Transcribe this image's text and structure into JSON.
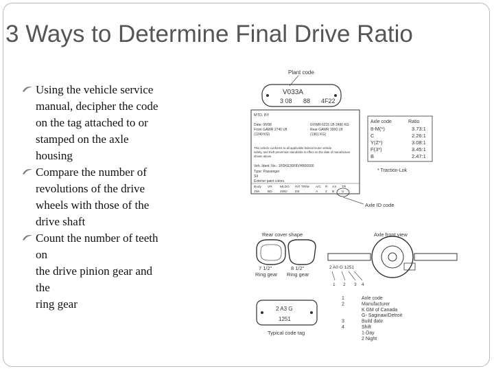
{
  "slide": {
    "title": "3 Ways to Determine Final Drive Ratio",
    "bullets": [
      "Using the vehicle service\nmanual, decipher the code\non the tag attached to or\nstamped on the axle\nhousing",
      "Compare the number of\nrevolutions of the drive\nwheels with those of the\ndrive shaft",
      "Count the number of teeth\non\nthe drive pinion gear and\nthe\nring gear"
    ],
    "bullet_icon": "swoosh-bullet-icon",
    "colors": {
      "title": "#555555",
      "text": "#111111",
      "frame": "#b9b9b9"
    }
  },
  "figure": {
    "plant_code_label": "Plant code",
    "tag_line1": "V033A",
    "tag_line2": [
      "3 08",
      "88",
      "4F22"
    ],
    "cert_header": "MTD. BY",
    "cert_rows": [
      {
        "left": "Date: 06/98",
        "right": "GVWR 6215 LB  2490 KG"
      },
      {
        "left": "Front GAWR 2740 LB",
        "right": "Rear GAWR 3000 LB"
      },
      {
        "left": "         (1240 KG)",
        "right": "        (1361 KG)"
      }
    ],
    "cert_text": [
      "This vehicle conforms to all applicable federal motor vehicle",
      "safety, and theft prevention standards in effect on the date of manufacture",
      "shown above."
    ],
    "cert_vin": "Veh. Ident. No.: 1FDKE30F8VHB00000",
    "cert_type": "Type: Passenger",
    "cert_misc": [
      "SII",
      "Exterior paint colors"
    ],
    "cert_cols": [
      "Body",
      "VR",
      "MLDG",
      "INT TRIM",
      "A/C",
      "R",
      "AX",
      "TR"
    ],
    "cert_vals": [
      "JWI",
      "BD",
      "2WD",
      "DE",
      "A",
      "2",
      "B",
      "U"
    ],
    "axle_table": {
      "head": [
        "Axle code",
        "Ratio"
      ],
      "rows": [
        [
          "8-M(*)",
          "3.73:1"
        ],
        [
          "C",
          "2.26:1"
        ],
        [
          "Y(Z*)",
          "3.08:1"
        ],
        [
          "F(3*)",
          "3.45:1"
        ],
        [
          "B",
          "2.47:1"
        ]
      ],
      "note": "* Traction-Lok"
    },
    "axle_id_label": "Axle ID code",
    "rear_cover_label": "Rear cover shape",
    "axle_front_label": "Axle front view",
    "gear1_size": "7 1/2\"",
    "gear1_label": "Ring gear",
    "gear2_size": "8 1/2\"",
    "gear2_label": "Ring gear",
    "tag_code": "2 A3 G",
    "tag_code2": "1251",
    "typical_tag_label": "Typical code tag",
    "axle_callout_text": "2 A0 G 1251",
    "callout_numbers": [
      "1",
      "2",
      "3",
      "4"
    ],
    "legend": [
      {
        "num": "1",
        "text": "Axle code"
      },
      {
        "num": "2",
        "text": "Manufacturer"
      },
      {
        "num": "",
        "text": "K GM of Canada"
      },
      {
        "num": "",
        "text": "G- Saginaw/Detroit"
      },
      {
        "num": "3",
        "text": "Build date"
      },
      {
        "num": "4",
        "text": "Shift"
      },
      {
        "num": "",
        "text": "1-Day"
      },
      {
        "num": "",
        "text": "2 Night"
      }
    ]
  }
}
